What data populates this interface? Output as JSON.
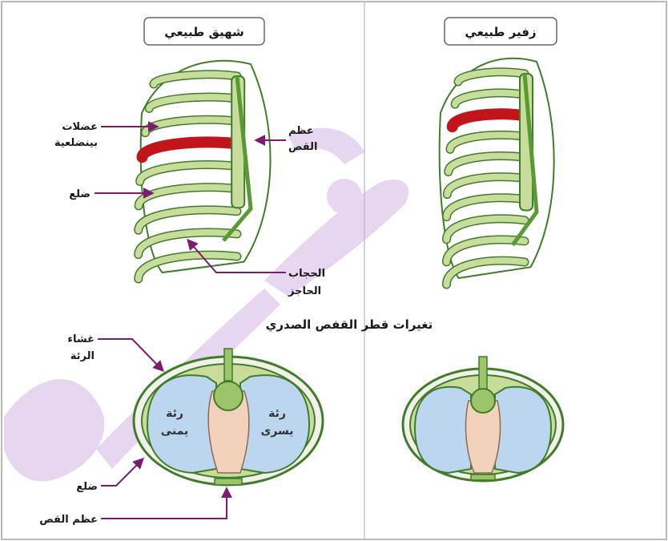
{
  "panels": {
    "left": {
      "title": "شهيق طبيعي"
    },
    "right": {
      "title": "زفير طبيعي"
    }
  },
  "caption": "تغيرات قطر القفص الصدري",
  "labels": {
    "intercostal_muscles": [
      "عضلات",
      "بينضلعية"
    ],
    "sternum_top": [
      "عظم",
      "القص"
    ],
    "rib_top": "ضلع",
    "diaphragm": [
      "الحجاب",
      "الحاجز"
    ],
    "pleura": [
      "غشاء",
      "الرئة"
    ],
    "rib_bottom": "ضلع",
    "sternum_bottom": "عظم القص",
    "right_lung": [
      "رئة",
      "يمنى"
    ],
    "left_lung": [
      "رئة",
      "يسرى"
    ]
  },
  "colors": {
    "rib": "#c8dc9c",
    "rib_outline": "#3f7d2a",
    "cartilage": "#5a9a34",
    "muscle": "#c0161b",
    "lung": "#bcd6f0",
    "heart": "#f3d2bc",
    "leader_line": "#7b1c6e",
    "frame_border": "#b9b9b9",
    "watermark": "#c9a6df"
  },
  "icons": [
    "arrow-icon"
  ]
}
